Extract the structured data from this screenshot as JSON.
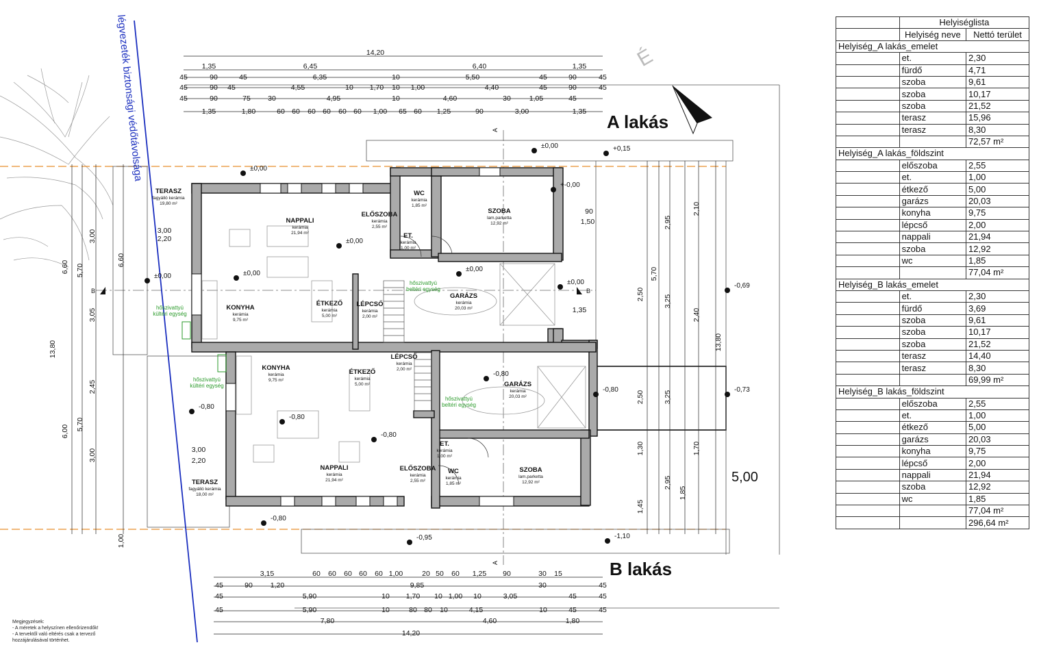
{
  "labels": {
    "a_lakas": "A lakás",
    "b_lakas": "B lakás",
    "north": "É",
    "easement": "légvezeték biztonsági védőtávolsága",
    "section_a": "A",
    "section_b": "B",
    "dim_500": "5,00"
  },
  "notes": {
    "title": "Megjegyzések:",
    "lines": [
      "- A méretek a helyszínen ellenőrizendők!",
      "- A tervektől való eltérés csak a tervező",
      "hozzájárulásával történhet."
    ]
  },
  "rooms_a": [
    {
      "name": "TERASZ",
      "finish": "fagyálló kerámia",
      "area": "19,80 m²"
    },
    {
      "name": "NAPPALI",
      "finish": "kerámia",
      "area": "21,94 m²"
    },
    {
      "name": "ELŐSZOBA",
      "finish": "kerámia",
      "area": "2,55 m²"
    },
    {
      "name": "WC",
      "finish": "kerámia",
      "area": "1,85 m²"
    },
    {
      "name": "SZOBA",
      "finish": "lam.parketta",
      "area": "12,92 m²"
    },
    {
      "name": "ET.",
      "finish": "kerámia",
      "area": "1,00 m²"
    },
    {
      "name": "KONYHA",
      "finish": "kerámia",
      "area": "9,75 m²"
    },
    {
      "name": "ÉTKEZŐ",
      "finish": "kerámia",
      "area": "5,00 m²"
    },
    {
      "name": "LÉPCSŐ",
      "finish": "kerámia",
      "area": "2,00 m²"
    },
    {
      "name": "GARÁZS",
      "finish": "kerámia",
      "area": "20,03 m²"
    }
  ],
  "rooms_b": [
    {
      "name": "KONYHA",
      "finish": "kerámia",
      "area": "9,75 m²"
    },
    {
      "name": "ÉTKEZŐ",
      "finish": "kerámia",
      "area": "5,00 m²"
    },
    {
      "name": "LÉPCSŐ",
      "finish": "kerámia",
      "area": "2,00 m²"
    },
    {
      "name": "GARÁZS",
      "finish": "kerámia",
      "area": "20,03 m²"
    },
    {
      "name": "NAPPALI",
      "finish": "kerámia",
      "area": "21,94 m²"
    },
    {
      "name": "ET.",
      "finish": "kerámia",
      "area": "1,00 m²"
    },
    {
      "name": "ELŐSZOBA",
      "finish": "kerámia",
      "area": "2,55 m²"
    },
    {
      "name": "WC",
      "finish": "kerámia",
      "area": "1,85 m²"
    },
    {
      "name": "SZOBA",
      "finish": "lam.parketta",
      "area": "12,92 m²"
    },
    {
      "name": "TERASZ",
      "finish": "fagyálló kerámia",
      "area": "18,00 m²"
    }
  ],
  "equipment": {
    "outdoor": [
      "hőszivattyú",
      "kültéri egység"
    ],
    "indoor": [
      "hőszivattyú",
      "beltéri egység"
    ]
  },
  "levels": [
    "±0,00",
    "+0,15",
    "+-0,00",
    "-0,69",
    "-0,73",
    "-0,80",
    "-0,95",
    "-1,10"
  ],
  "dims_top": [
    "14,20",
    "1,35",
    "6,45",
    "6,40",
    "1,35",
    "45",
    "90",
    "45",
    "6,35",
    "10",
    "5,50",
    "45",
    "90",
    "45",
    "45",
    "90",
    "45",
    "4,55",
    "10",
    "1,70",
    "10",
    "1,00",
    "4,40",
    "45",
    "90",
    "45",
    "45",
    "90",
    "75",
    "30",
    "4,95",
    "10",
    "4,60",
    "30",
    "1,05",
    "45",
    "1,35",
    "1,80",
    "60",
    "60",
    "60",
    "60",
    "60",
    "60",
    "1,00",
    "65",
    "60",
    "1,25",
    "90",
    "3,00",
    "1,35"
  ],
  "dims_bottom": [
    "3,15",
    "60",
    "60",
    "60",
    "60",
    "60",
    "1,00",
    "20",
    "50",
    "60",
    "1,25",
    "90",
    "30",
    "15",
    "45",
    "90",
    "1,20",
    "9,85",
    "30",
    "45",
    "45",
    "5,90",
    "10",
    "1,70",
    "10",
    "1,00",
    "10",
    "3,05",
    "45",
    "45",
    "45",
    "5,90",
    "10",
    "80",
    "80",
    "10",
    "4,15",
    "10",
    "45",
    "45",
    "7,80",
    "4,60",
    "1,80",
    "14,20"
  ],
  "dims_left": [
    "13,80",
    "6,60",
    "5,70",
    "3,00",
    "6,00",
    "5,70",
    "2,45",
    "3,05",
    "3,00",
    "6,60",
    "1,00",
    "3,00",
    "2,20",
    "3,00",
    "2,20"
  ],
  "dims_right": [
    "2,95",
    "3,25",
    "2,50",
    "5,70",
    "2,50",
    "3,25",
    "2,95",
    "1,30",
    "1,45",
    "1,85",
    "1,70",
    "2,10",
    "2,40",
    "13,80",
    "1,35",
    "90",
    "1,50"
  ],
  "schedule": {
    "title": "Helyiséglista",
    "col_name": "Helyiség neve",
    "col_area": "Nettó terület",
    "groups": [
      {
        "label": "Helyiség_A lakás_emelet",
        "rows": [
          [
            "et.",
            "2,30"
          ],
          [
            "fürdő",
            "4,71"
          ],
          [
            "szoba",
            "9,61"
          ],
          [
            "szoba",
            "10,17"
          ],
          [
            "szoba",
            "21,52"
          ],
          [
            "terasz",
            "15,96"
          ],
          [
            "terasz",
            "8,30"
          ]
        ],
        "total": "72,57 m²"
      },
      {
        "label": "Helyiség_A lakás_földszint",
        "rows": [
          [
            "előszoba",
            "2,55"
          ],
          [
            "et.",
            "1,00"
          ],
          [
            "étkező",
            "5,00"
          ],
          [
            "garázs",
            "20,03"
          ],
          [
            "konyha",
            "9,75"
          ],
          [
            "lépcső",
            "2,00"
          ],
          [
            "nappali",
            "21,94"
          ],
          [
            "szoba",
            "12,92"
          ],
          [
            "wc",
            "1,85"
          ]
        ],
        "total": "77,04 m²"
      },
      {
        "label": "Helyiség_B lakás_emelet",
        "rows": [
          [
            "et.",
            "2,30"
          ],
          [
            "fürdő",
            "3,69"
          ],
          [
            "szoba",
            "9,61"
          ],
          [
            "szoba",
            "10,17"
          ],
          [
            "szoba",
            "21,52"
          ],
          [
            "terasz",
            "14,40"
          ],
          [
            "terasz",
            "8,30"
          ]
        ],
        "total": "69,99 m²"
      },
      {
        "label": "Helyiség_B lakás_földszint",
        "rows": [
          [
            "előszoba",
            "2,55"
          ],
          [
            "et.",
            "1,00"
          ],
          [
            "étkező",
            "5,00"
          ],
          [
            "garázs",
            "20,03"
          ],
          [
            "konyha",
            "9,75"
          ],
          [
            "lépcső",
            "2,00"
          ],
          [
            "nappali",
            "21,94"
          ],
          [
            "szoba",
            "12,92"
          ],
          [
            "wc",
            "1,85"
          ]
        ],
        "total": "77,04 m²"
      }
    ],
    "grand_total": "296,64 m²"
  }
}
